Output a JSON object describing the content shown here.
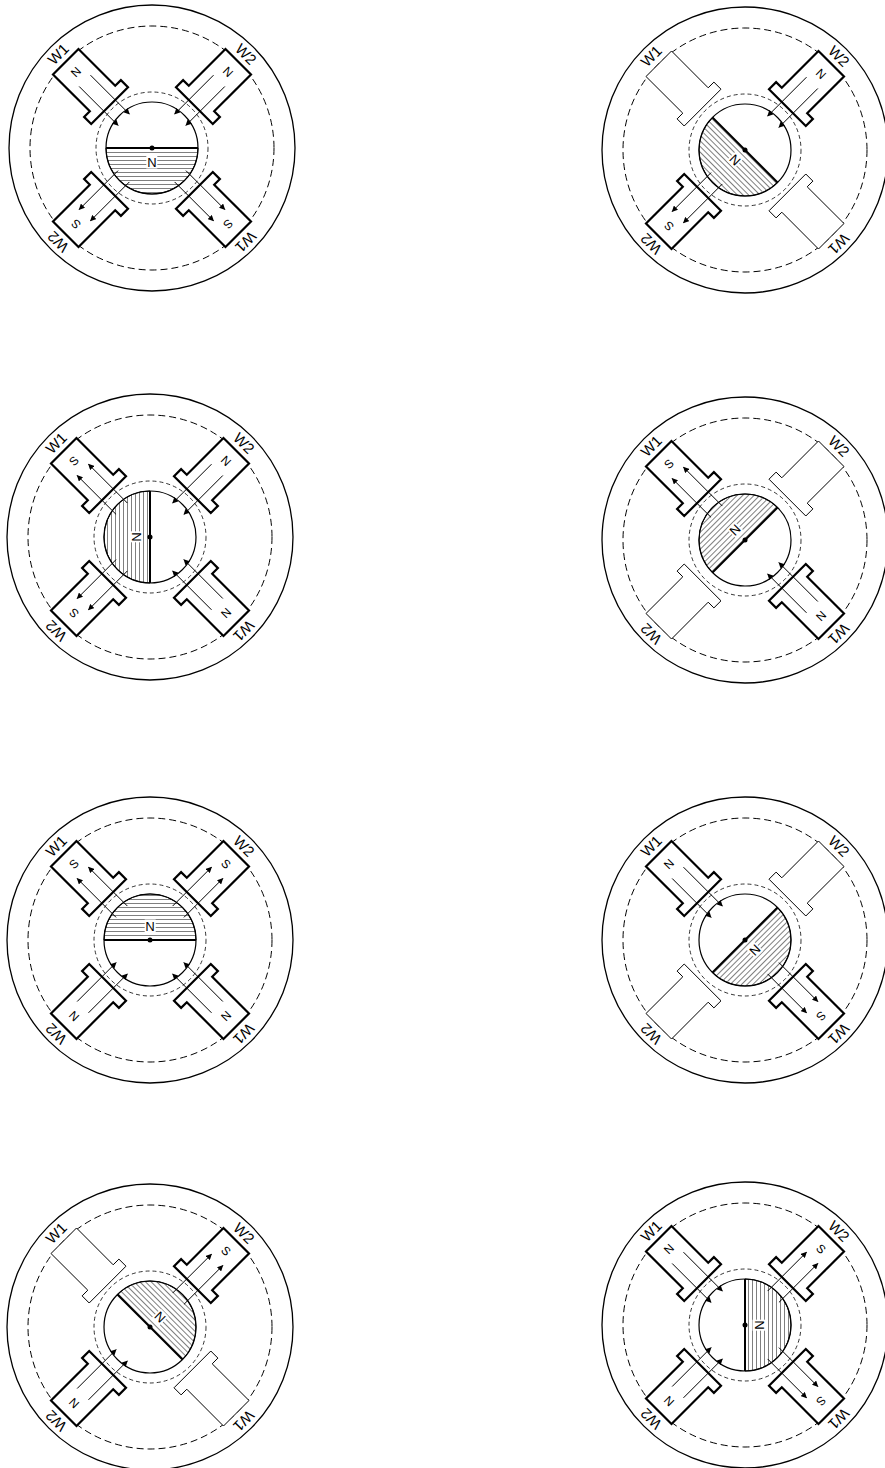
{
  "diagram": {
    "labels": [
      "W1",
      "W2",
      "W2",
      "W1",
      "N",
      "N",
      "S",
      "S",
      "N",
      "W1",
      "W2",
      "W2",
      "W1",
      "N",
      "S",
      "N",
      "W1",
      "W2",
      "W2",
      "W1",
      "S",
      "N",
      "S",
      "N",
      "N",
      "W1",
      "W2",
      "W2",
      "W1",
      "S",
      "N",
      "N",
      "W1",
      "W2",
      "W2",
      "W1",
      "S",
      "S",
      "N",
      "N",
      "N",
      "W1",
      "W2",
      "W2",
      "W1",
      "N",
      "S",
      "N",
      "W1",
      "W2",
      "W2",
      "W1",
      "S",
      "N",
      "N",
      "W1",
      "W2",
      "W2",
      "W1",
      "N",
      "S",
      "N",
      "S",
      "N"
    ]
  }
}
